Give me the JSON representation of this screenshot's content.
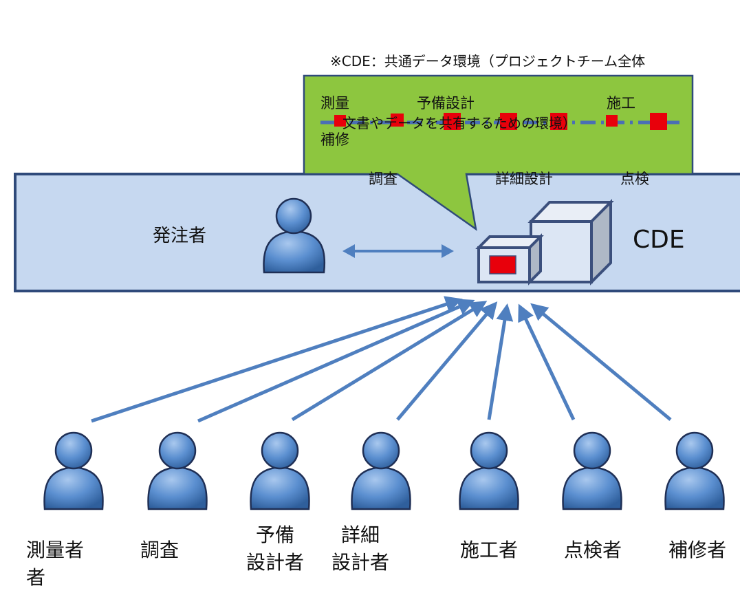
{
  "note": {
    "line1": "※CDE：共通データ環境（プロジェクトチーム全体",
    "line2": "文書やデータを共有するための環境）"
  },
  "callout": {
    "top_labels": [
      "測量",
      "予備設計",
      "施工"
    ],
    "second_label": "補修",
    "stage_labels": [
      "調査",
      "詳細設計",
      "点検"
    ]
  },
  "orderer": {
    "label": "発注者"
  },
  "cde": {
    "label": "CDE"
  },
  "participants": [
    {
      "label": "測量者\n者"
    },
    {
      "label": "調査"
    },
    {
      "label": "予備\n設計者"
    },
    {
      "label": "詳細\n設計者"
    },
    {
      "label": "施工者"
    },
    {
      "label": "点検者"
    },
    {
      "label": "補修者"
    }
  ],
  "colors": {
    "band_fill": "#c6d8f0",
    "band_border": "#2f4a7a",
    "callout_fill": "#8dc63f",
    "timeline": "#4a6fb5",
    "milestone": "#e8000b",
    "person_fill": "#5b8fd0",
    "arrow": "#4f7fbf"
  }
}
